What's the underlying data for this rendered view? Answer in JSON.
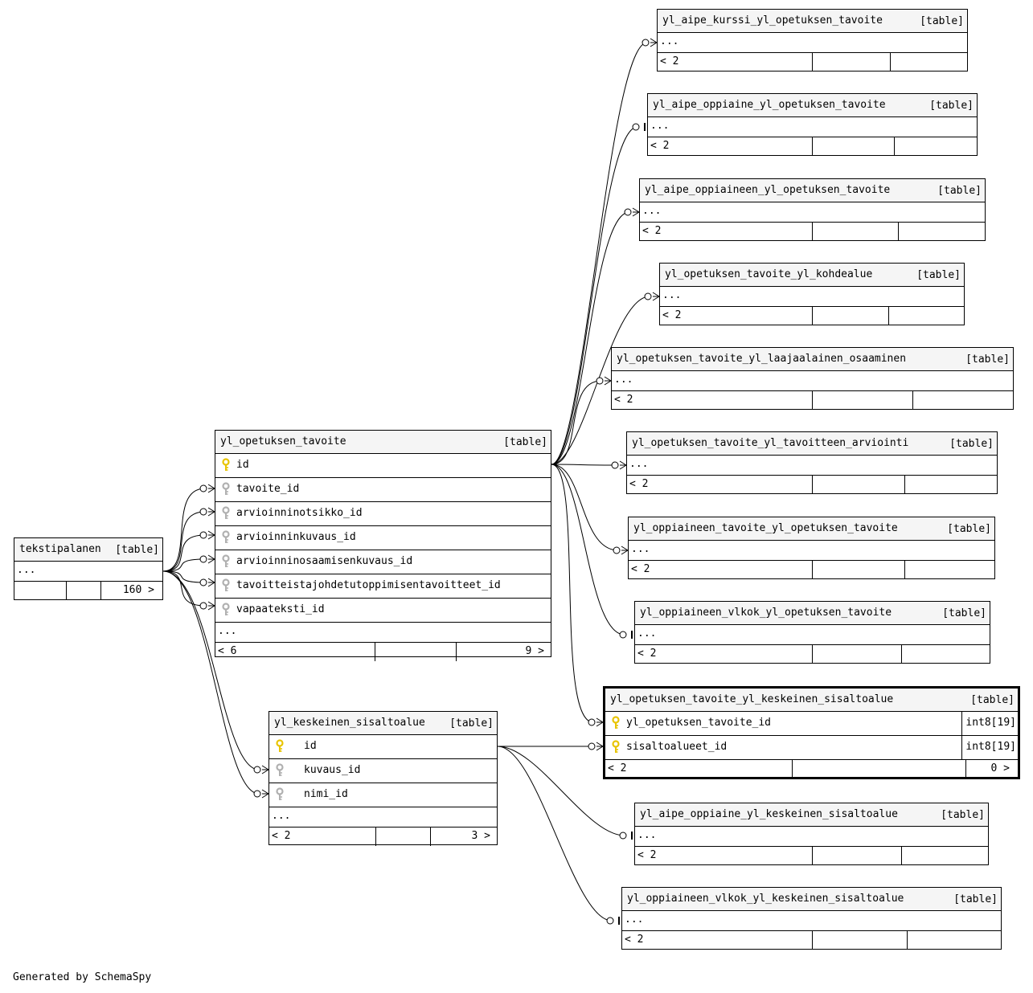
{
  "tables": {
    "yl_opetuksen_tavoite": {
      "name": "yl_opetuksen_tavoite",
      "type": "[table]",
      "columns": [
        "id",
        "tavoite_id",
        "arvioinninotsikko_id",
        "arvioinninkuvaus_id",
        "arvioinninosaamisenkuvaus_id",
        "tavoitteistajohdetutoppimisentavoitteet_id",
        "vapaateksti_id"
      ],
      "ellipsis": "...",
      "left": "< 6",
      "right": "9 >"
    },
    "tekstipalanen": {
      "name": "tekstipalanen",
      "type": "[table]",
      "ellipsis": "...",
      "right": "160 >"
    },
    "yl_keskeinen_sisaltoalue": {
      "name": "yl_keskeinen_sisaltoalue",
      "type": "[table]",
      "columns": [
        "id",
        "kuvaus_id",
        "nimi_id"
      ],
      "ellipsis": "...",
      "left": "< 2",
      "right": "3 >"
    },
    "focus": {
      "name": "yl_opetuksen_tavoite_yl_keskeinen_sisaltoalue",
      "type": "[table]",
      "columns": [
        "yl_opetuksen_tavoite_id",
        "sisaltoalueet_id"
      ],
      "column_types": [
        "int8[19]",
        "int8[19]"
      ],
      "left": "< 2",
      "right": "0 >"
    },
    "children": [
      {
        "name": "yl_aipe_kurssi_yl_opetuksen_tavoite",
        "type": "[table]",
        "ellipsis": "...",
        "left": "< 2"
      },
      {
        "name": "yl_aipe_oppiaine_yl_opetuksen_tavoite",
        "type": "[table]",
        "ellipsis": "...",
        "left": "< 2"
      },
      {
        "name": "yl_aipe_oppiaineen_yl_opetuksen_tavoite",
        "type": "[table]",
        "ellipsis": "...",
        "left": "< 2"
      },
      {
        "name": "yl_opetuksen_tavoite_yl_kohdealue",
        "type": "[table]",
        "ellipsis": "...",
        "left": "< 2"
      },
      {
        "name": "yl_opetuksen_tavoite_yl_laajaalainen_osaaminen",
        "type": "[table]",
        "ellipsis": "...",
        "left": "< 2"
      },
      {
        "name": "yl_opetuksen_tavoite_yl_tavoitteen_arviointi",
        "type": "[table]",
        "ellipsis": "...",
        "left": "< 2"
      },
      {
        "name": "yl_oppiaineen_tavoite_yl_opetuksen_tavoite",
        "type": "[table]",
        "ellipsis": "...",
        "left": "< 2"
      },
      {
        "name": "yl_oppiaineen_vlkok_yl_opetuksen_tavoite",
        "type": "[table]",
        "ellipsis": "...",
        "left": "< 2"
      },
      {
        "name": "yl_aipe_oppiaine_yl_keskeinen_sisaltoalue",
        "type": "[table]",
        "ellipsis": "...",
        "left": "< 2"
      },
      {
        "name": "yl_oppiaineen_vlkok_yl_keskeinen_sisaltoalue",
        "type": "[table]",
        "ellipsis": "...",
        "left": "< 2"
      }
    ]
  },
  "colors": {
    "primary_key": "#e8c400",
    "foreign_key": "#b0b0b0",
    "header_bg": "#f5f5f5"
  },
  "footer": "Generated by SchemaSpy"
}
